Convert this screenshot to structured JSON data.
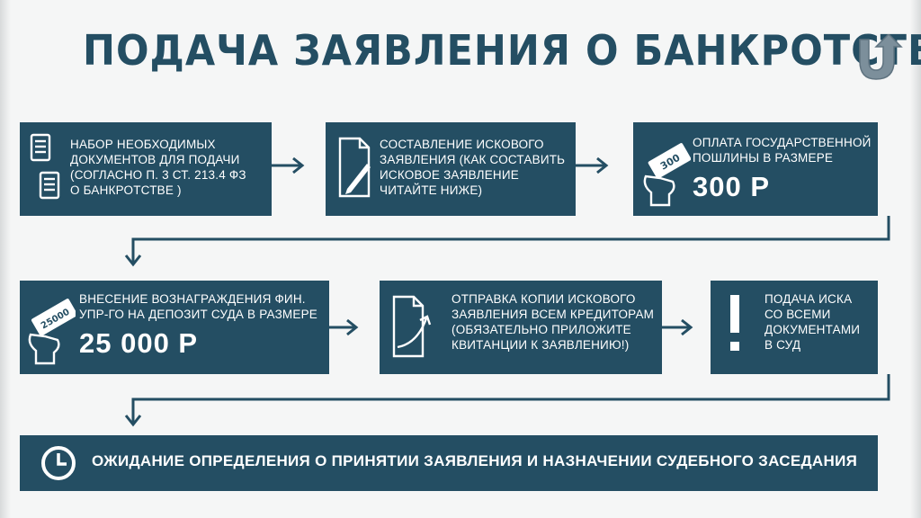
{
  "title": "ПОДАЧА ЗАЯВЛЕНИЯ О БАНКРОТСТВЕ",
  "steps": [
    {
      "lines": [
        "НАБОР НЕОБХОДИМЫХ",
        "ДОКУМЕНТОВ ДЛЯ ПОДАЧИ",
        "(СОГЛАСНО П. 3 СТ. 213.4 ФЗ",
        "О БАНКРОТСТВЕ )"
      ]
    },
    {
      "lines": [
        "СОСТАВЛЕНИЕ ИСКОВОГО",
        "ЗАЯВЛЕНИЯ (КАК СОСТАВИТЬ",
        "ИСКОВОЕ ЗАЯВЛЕНИЕ",
        "ЧИТАЙТЕ НИЖЕ)"
      ]
    },
    {
      "lines": [
        "ОПЛАТА ГОСУДАРСТВЕННОЙ",
        "ПОШЛИНЫ В РАЗМЕРЕ"
      ],
      "amount": "300 Р",
      "ticket": "300"
    },
    {
      "lines": [
        "ВНЕСЕНИЕ ВОЗНАГРАЖДЕНИЯ ФИН.",
        "УПР-ГО НА ДЕПОЗИТ СУДА В РАЗМЕРЕ"
      ],
      "amount": "25 000 Р",
      "ticket": "25000"
    },
    {
      "lines": [
        "ОТПРАВКА КОПИИ ИСКОВОГО",
        "ЗАЯВЛЕНИЯ ВСЕМ КРЕДИТОРАМ",
        "(ОБЯЗАТЕЛЬНО ПРИЛОЖИТЕ",
        "КВИТАНЦИИ К ЗАЯВЛЕНИЮ!)"
      ]
    },
    {
      "lines": [
        "ПОДАЧА ИСКА",
        "СО ВСЕМИ",
        "ДОКУМЕНТАМИ",
        "В СУД"
      ]
    },
    {
      "lines": [
        "ОЖИДАНИЕ ОПРЕДЕЛЕНИЯ О ПРИНЯТИИ ЗАЯВЛЕНИЯ И НАЗНАЧЕНИИ СУДЕБНОГО ЗАСЕДАНИЯ"
      ]
    }
  ],
  "icons": {
    "step1": "documents-icon",
    "step2": "document-pen-icon",
    "step3": "hand-ticket-icon",
    "step4": "hand-ticket-icon",
    "step5": "document-arrow-icon",
    "step6": "exclamation-icon",
    "step7": "clock-icon",
    "back": "u-turn-arrow-icon"
  },
  "colors": {
    "box": "#244e63",
    "title": "#244e63",
    "text": "#ffffff",
    "background": "#f5f6f6"
  }
}
